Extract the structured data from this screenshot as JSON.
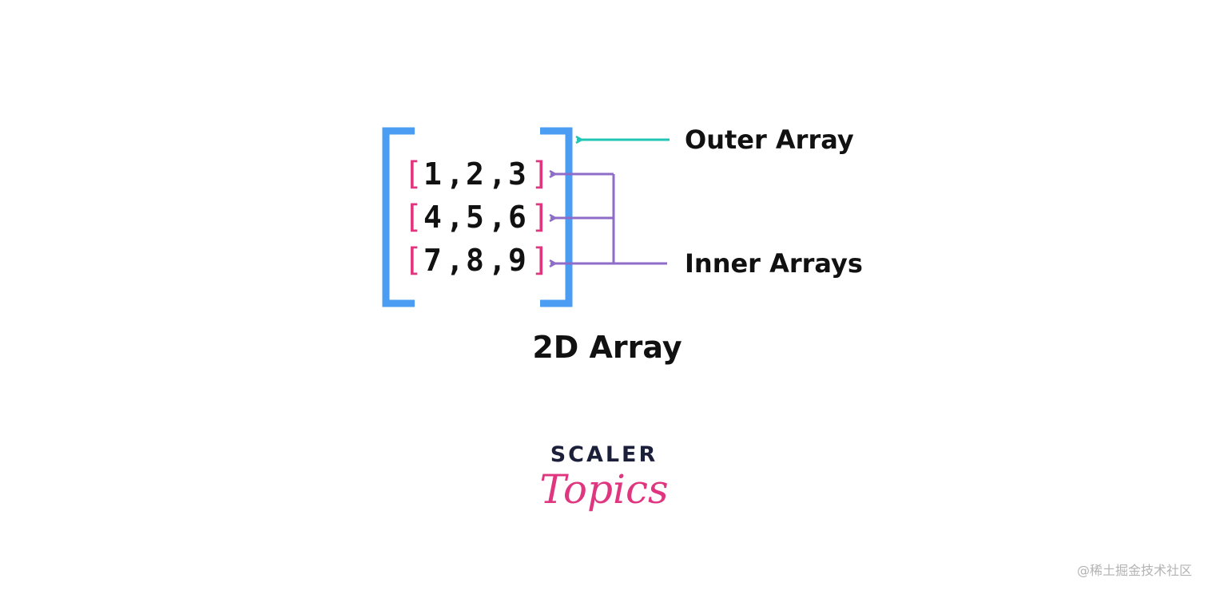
{
  "diagram": {
    "rows": [
      [
        "1",
        ",",
        "2",
        ",",
        "3"
      ],
      [
        "4",
        ",",
        "5",
        ",",
        "6"
      ],
      [
        "7",
        ",",
        "8",
        ",",
        "9"
      ]
    ],
    "inner_open": "[",
    "inner_close": "]",
    "outer_label": "Outer Array",
    "inner_label": "Inner Arrays",
    "caption": "2D Array"
  },
  "logo": {
    "top": "SCALER",
    "bottom": "Topics"
  },
  "watermark": "@稀土掘金技术社区",
  "colors": {
    "outer_bracket": "#4a9df2",
    "inner_bracket": "#e0357f",
    "outer_arrow": "#1fc5b5",
    "inner_arrow": "#8e6cc7",
    "text": "#111111",
    "logo_top": "#1b1f3a",
    "logo_bottom": "#e0357f",
    "watermark": "#b3b3b3"
  }
}
